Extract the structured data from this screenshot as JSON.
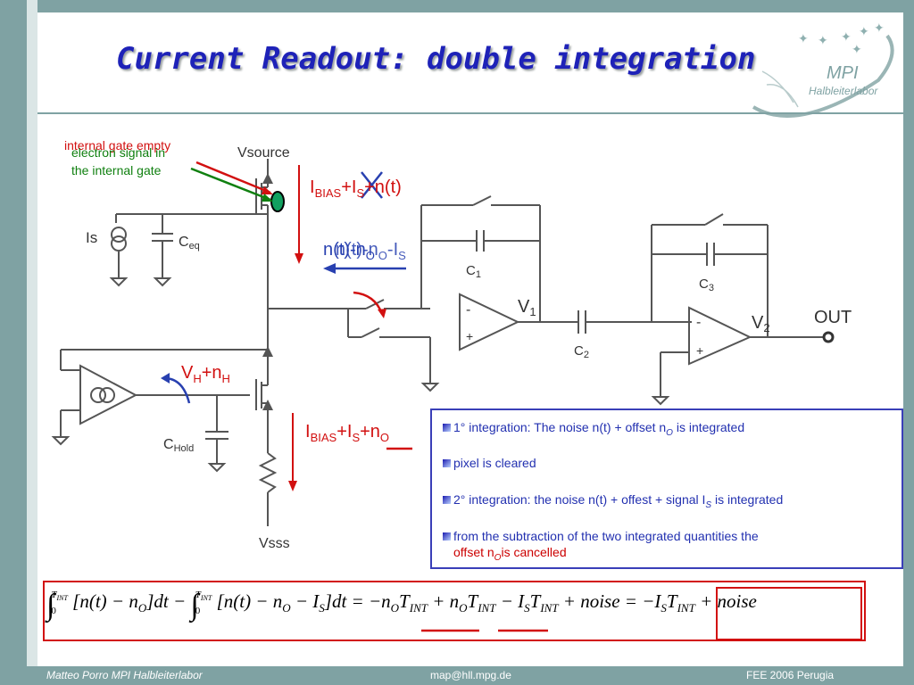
{
  "title": "Current Readout: double integration",
  "logo": {
    "line1": "MPI",
    "line2": "Halbleiterlabor"
  },
  "footer": {
    "author": "Matteo Porro  MPI Halbleiterlabor",
    "email": "map@hll.mpg.de",
    "event": "FEE 2006 Perugia"
  },
  "circuit": {
    "annot_red": "internal gate empty",
    "annot_green_1": "electron signal in",
    "annot_green_2": "the internal gate",
    "vsource": "Vsource",
    "vsss": "Vsss",
    "is": "Is",
    "ceq": "C",
    "ceq_sub": "eq",
    "chold": "C",
    "chold_sub": "Hold",
    "c1": "C",
    "c1_sub": "1",
    "c2": "C",
    "c2_sub": "2",
    "c3": "C",
    "c3_sub": "3",
    "v1": "V",
    "v1_sub": "1",
    "v2": "V",
    "v2_sub": "2",
    "out": "OUT",
    "minus": "-",
    "plus": "+",
    "top_current": {
      "i": "I",
      "bias": "BIAS",
      "plus1": "+",
      "is": "I",
      "s": "S",
      "rest": "+n(t)"
    },
    "mid_label_1": "n(t)-n",
    "mid_label_1_sub": "O",
    "mid_label_2": "n(t)-n",
    "mid_label_2_sub": "O",
    "mid_label_2_tail": "-I",
    "mid_label_2_tail_sub": "S",
    "vh": {
      "v": "V",
      "h": "H",
      "plus": "+n",
      "h2": "H"
    },
    "bot_current": {
      "i": "I",
      "bias": "BIAS",
      "plus1": "+I",
      "s": "S",
      "plus2": "+n",
      "o": "O"
    }
  },
  "panel": {
    "item1_a": "1°  integration: The noise n(t) + offset n",
    "item1_sub": "O",
    "item1_b": " is integrated",
    "item2": "pixel is cleared",
    "item3_a": "2° integration: the noise n(t) + offest + signal I",
    "item3_sub": "S",
    "item3_b": " is integrated",
    "item4_a": "from the subtraction of the two integrated quantities the",
    "item4_b": "offset n",
    "item4_sub": "O",
    "item4_c": "is cancelled"
  },
  "equation": {
    "int_upper": "T",
    "int_upper_sub": "INT",
    "int_lower": "0",
    "part1": "[n(t) − n",
    "part1_sub": "O",
    "part1_end": "]dt −",
    "part2": "[n(t) − n",
    "part2_sub": "O",
    "part2_mid": " − I",
    "part2_sub2": "S",
    "part2_end": "]dt = −n",
    "part3_sub": "O",
    "part3_t": "T",
    "part3_tsub": "INT",
    "part4": " + n",
    "part4_sub": "O",
    "part4_t": "T",
    "part4_tsub": "INT",
    "part5": " − I",
    "part5_sub": "S",
    "part5_t": "T",
    "part5_tsub": "INT",
    "part6": " + noise = −I",
    "part6_sub": "S",
    "part6_t": "T",
    "part6_tsub": "INT",
    "part6_end": " + noise"
  },
  "colors": {
    "title": "#1e22b8",
    "frame": "#7fa2a3",
    "red": "#d21010",
    "green": "#108010",
    "blue": "#2230b0"
  }
}
